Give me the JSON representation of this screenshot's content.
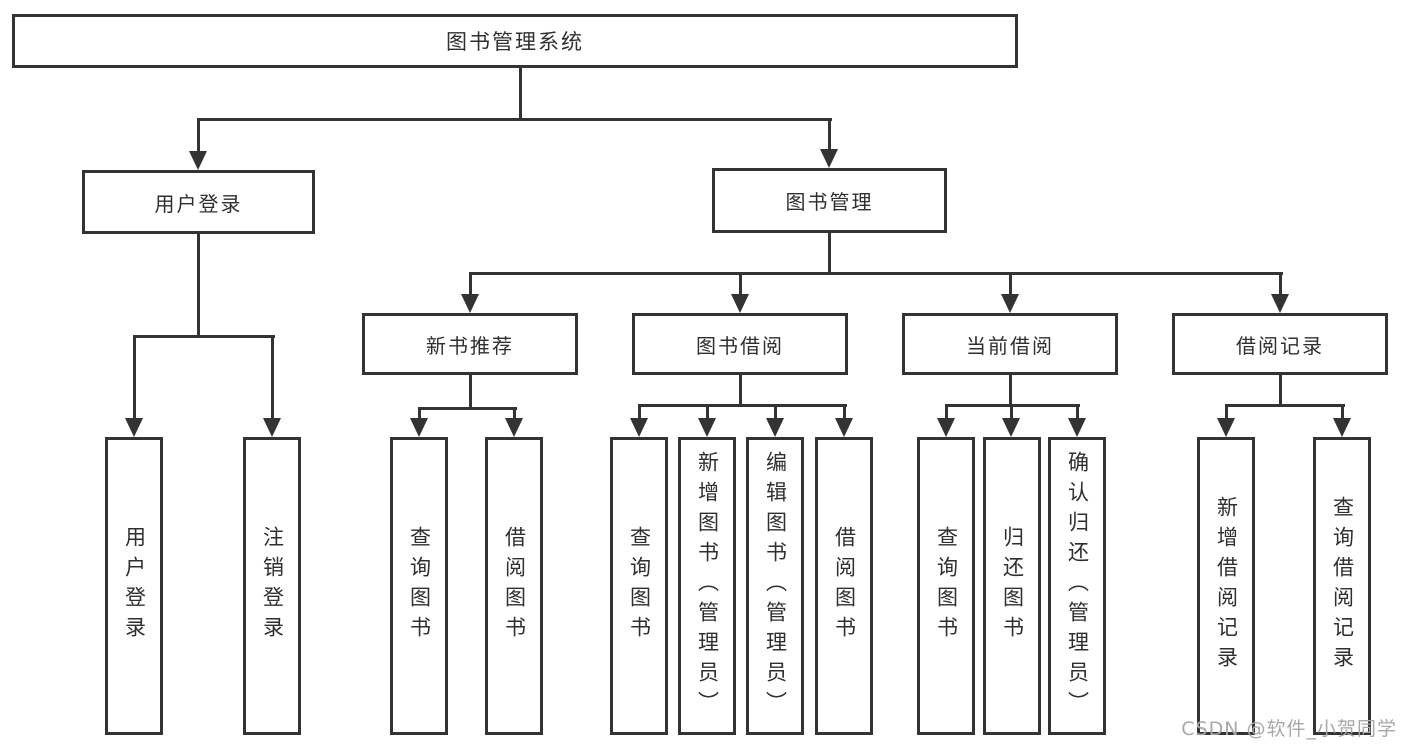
{
  "diagram": {
    "root": "图书管理系统",
    "branches": [
      {
        "label": "用户登录",
        "children": [
          "用户登录",
          "注销登录"
        ]
      },
      {
        "label": "图书管理",
        "groups": [
          {
            "label": "新书推荐",
            "children": [
              "查询图书",
              "借阅图书"
            ]
          },
          {
            "label": "图书借阅",
            "children": [
              "查询图书",
              "新增图书（管理员）",
              "编辑图书（管理员）",
              "借阅图书"
            ]
          },
          {
            "label": "当前借阅",
            "children": [
              "查询图书",
              "归还图书",
              "确认归还（管理员）"
            ]
          },
          {
            "label": "借阅记录",
            "children": [
              "新增借阅记录",
              "查询借阅记录"
            ]
          }
        ]
      }
    ]
  },
  "watermark": "CSDN @软件_小贺同学",
  "colors": {
    "stroke": "#333333",
    "text": "#2f2f2f",
    "watermark": "#a8a8a8",
    "background": "#ffffff"
  }
}
